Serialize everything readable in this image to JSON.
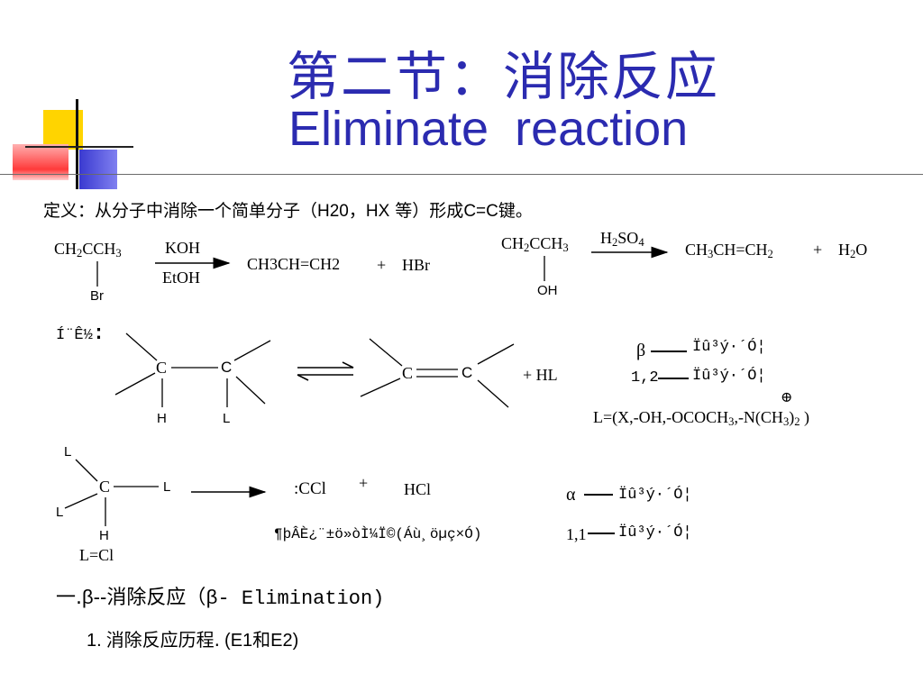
{
  "title": {
    "cn": "第二节：消除反应",
    "en": "Eliminate reaction"
  },
  "definition": {
    "prefix": "定义：从分子中消除一个简单分子（",
    "molecules": "H20，HX",
    "middle": " 等）形成",
    "bond": "C=C",
    "suffix": "键。"
  },
  "reaction1": {
    "reactant": {
      "a": "CH",
      "b": "2",
      "c": "CCH",
      "d": "3"
    },
    "substituent": "Br",
    "reagent_top": "KOH",
    "reagent_bottom": "EtOH",
    "product": "CH3CH=CH2",
    "plus": "+",
    "byproduct": "HBr"
  },
  "reaction2": {
    "reactant": {
      "a": "CH",
      "b": "2",
      "c": "CCH",
      "d": "3"
    },
    "substituent": "OH",
    "reagent": {
      "a": "H",
      "b": "2",
      "c": "SO",
      "d": "4"
    },
    "product": {
      "a": "CH",
      "b": "3",
      "c": "CH=CH",
      "d": "2"
    },
    "plus": "+",
    "byproduct": {
      "a": "H",
      "b": "2",
      "c": "O"
    }
  },
  "general": {
    "label": "Í¨Ê½",
    "colon": ":",
    "carbon": "C",
    "h": "H",
    "l": "L",
    "plus_hl": "+  HL",
    "beta_symbol": "β",
    "beta_text": "Ïû³ý·´Ó¦",
    "one_two": "1,2",
    "one_two_text": "Ïû³ý·´Ó¦",
    "plus_charge": "⊕",
    "l_definition": {
      "a": "L=(X,-OH,-OCOCH",
      "b": "3",
      "c": ",-N(CH",
      "d": "3",
      "e": ")",
      "f": "2",
      "g": " )"
    }
  },
  "alpha": {
    "carbon": "C",
    "l": "L",
    "h": "H",
    "l_eq": "L=Cl",
    "carbene": ":CCl",
    "plus": "+",
    "hcl": "HCl",
    "note": "¶þÂÈ¿¨±ö»òÌ¼Ï©(Áù¸öµç×Ó)",
    "alpha_symbol": "α",
    "alpha_text": "Ïû³ý·´Ó¦",
    "one_one": "1,1",
    "one_one_text": "Ïû³ý·´Ó¦"
  },
  "section": {
    "prefix": "一.",
    "beta": "β--",
    "cn": "消除反应（",
    "greek": "β",
    "dash_en": "- Elimination)"
  },
  "subsection": {
    "number": "1.",
    "cn": "消除反应历程.",
    "paren": "(E1和E2)"
  },
  "colors": {
    "title": "#2b2bb0",
    "yellow": "#ffd400",
    "blue": "#3a3ad0",
    "red": "#ff4a4a"
  }
}
